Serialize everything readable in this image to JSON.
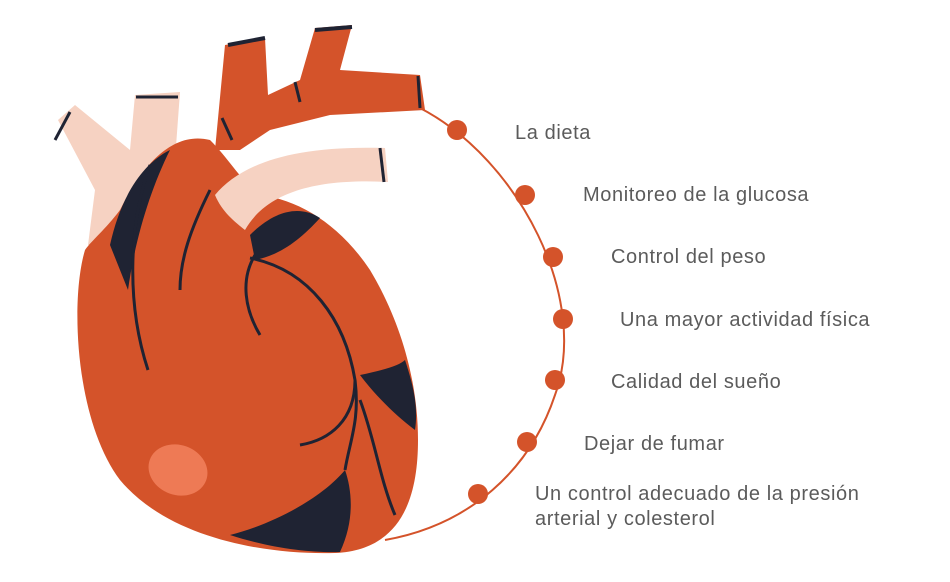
{
  "colors": {
    "heart": "#d4532a",
    "heart_dark": "#1f2333",
    "vessel_light": "#f6d2c2",
    "highlight": "#ee7a55",
    "dot": "#d4532a",
    "arc": "#d4532a",
    "text": "#5b5b5b"
  },
  "items": [
    {
      "label": "La dieta"
    },
    {
      "label": "Monitoreo de la glucosa"
    },
    {
      "label": "Control del peso"
    },
    {
      "label": "Una mayor actividad física"
    },
    {
      "label": "Calidad del sueño"
    },
    {
      "label": "Dejar de fumar"
    },
    {
      "label": "Un control adecuado de la presión arterial y colesterol"
    }
  ]
}
